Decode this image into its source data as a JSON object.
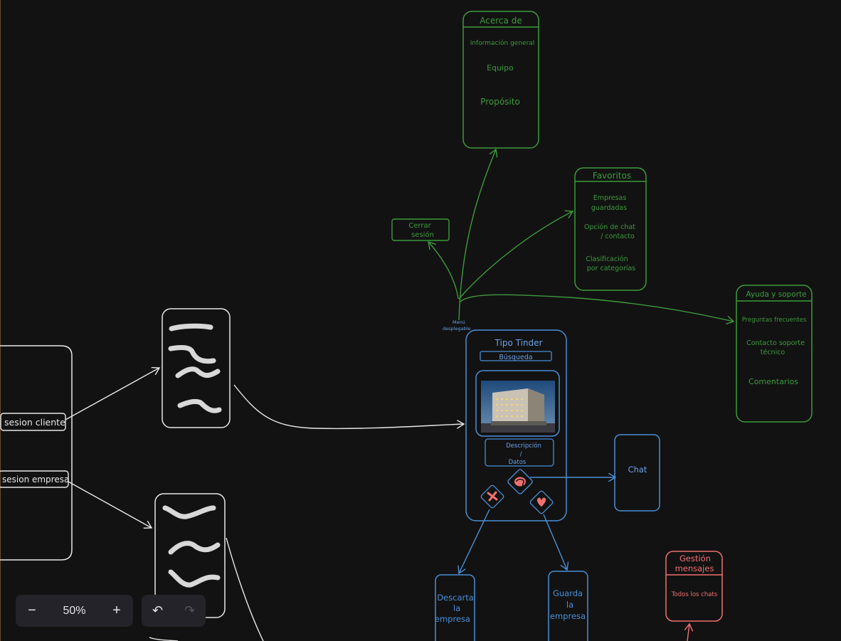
{
  "left_panel": {
    "sesion_cliente": "sesion cliente",
    "sesion_empresa": "sesion empresa"
  },
  "menu": {
    "label_line1": "Menú",
    "label_line2": "desplegable"
  },
  "acerca": {
    "title": "Acerca de",
    "items": [
      "Información general",
      "Equipo",
      "Propósito"
    ]
  },
  "favoritos": {
    "title": "Favoritos",
    "items": [
      [
        "Empresas",
        "guardadas"
      ],
      [
        "Opción de chat",
        "/ contacto"
      ],
      [
        "Clasificación",
        "por categorías"
      ]
    ]
  },
  "cerrar": {
    "line1": "Cerrar",
    "line2": "sesión"
  },
  "ayuda": {
    "title": "Ayuda y soporte",
    "items": [
      [
        "Preguntas frecuentes"
      ],
      [
        "Contacto soporte",
        "técnico"
      ],
      [
        "Comentarios"
      ]
    ]
  },
  "tinder": {
    "title": "Tipo Tinder",
    "search": "Búsqueda",
    "desc_line1": "Descripción",
    "desc_line2": "/",
    "desc_line3": "Datos"
  },
  "chat": {
    "label": "Chat"
  },
  "descarta": {
    "lines": [
      "Descarta",
      "la",
      "empresa"
    ]
  },
  "guarda": {
    "lines": [
      "Guarda",
      "la",
      "empresa"
    ]
  },
  "gestion": {
    "title_line1": "Gestión",
    "title_line2": "mensajes",
    "item": "Todos los chats"
  },
  "toolbar": {
    "zoom_out": "−",
    "zoom_value": "50%",
    "zoom_in": "+",
    "undo": "↶",
    "redo": "↷"
  },
  "colors": {
    "green": "#3d9a3d",
    "blue": "#4a8fd6",
    "white": "#e8e8e8",
    "red": "#f07070",
    "bg": "#121212"
  }
}
